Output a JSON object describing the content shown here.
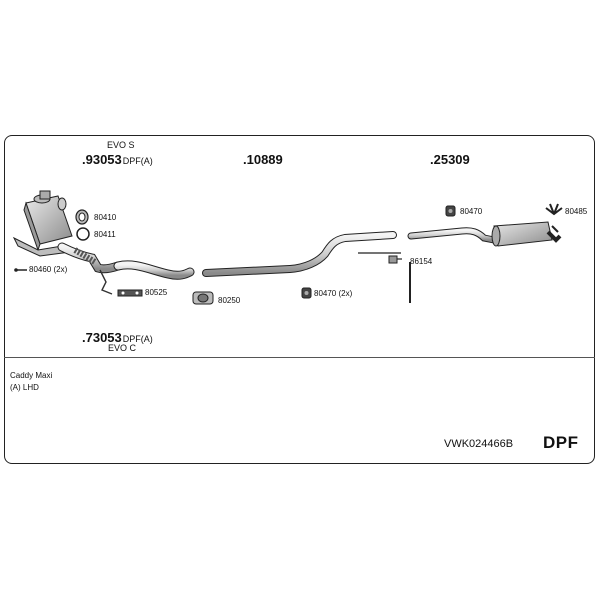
{
  "groups": {
    "top_left": {
      "variant": "EVO S",
      "number": ".93053",
      "suffix": "DPF(A)"
    },
    "top_mid": {
      "number": ".10889"
    },
    "top_right": {
      "number": ".25309"
    },
    "bottom_left": {
      "number": ".73053",
      "suffix": "DPF(A)",
      "variant": "EVO C"
    }
  },
  "parts": {
    "p80410": "80410",
    "p80411": "80411",
    "p80460": "80460 (2x)",
    "p80525": "80525",
    "p80250": "80250",
    "p80470a": "80470 (2x)",
    "p80470b": "80470",
    "p80485": "80485",
    "p86154": "86154"
  },
  "vehicle": {
    "model": "Caddy Maxi",
    "spec": "(A) LHD"
  },
  "footer": {
    "code": "VWK024466B",
    "type": "DPF"
  },
  "colors": {
    "line": "#222222",
    "part_fill": "#c8c8c8",
    "dark_fill": "#555555"
  }
}
